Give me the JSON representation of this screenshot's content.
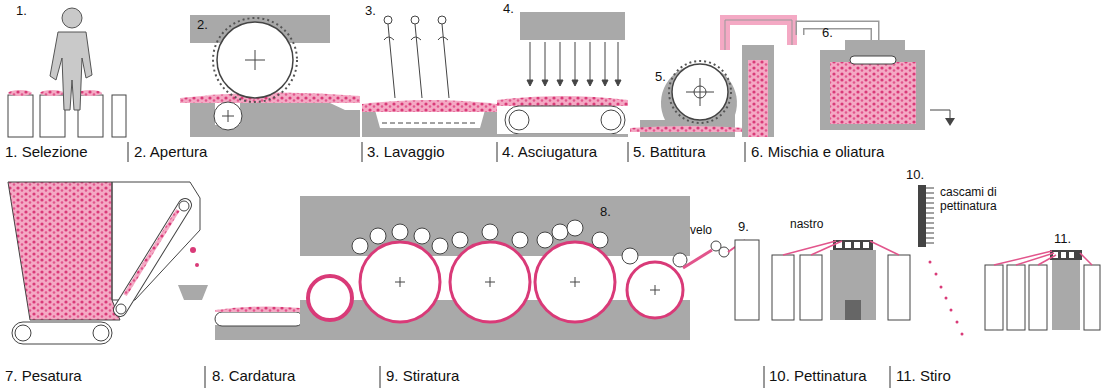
{
  "diagram": {
    "labels": [
      "1.",
      "2.",
      "3.",
      "4.",
      "5.",
      "6.",
      "1. Selezione",
      "2. Apertura",
      "3. Lavaggio",
      "4. Asciugatura",
      "5. Battitura",
      "6. Mischia e oliatura",
      "8.",
      "velo",
      "9.",
      "nastro",
      "10.",
      "cascami di pettinatura",
      "11.",
      "7. Pesatura",
      "8. Cardatura",
      "9. Stiratura",
      "10. Pettinatura",
      "11. Stiro"
    ]
  }
}
